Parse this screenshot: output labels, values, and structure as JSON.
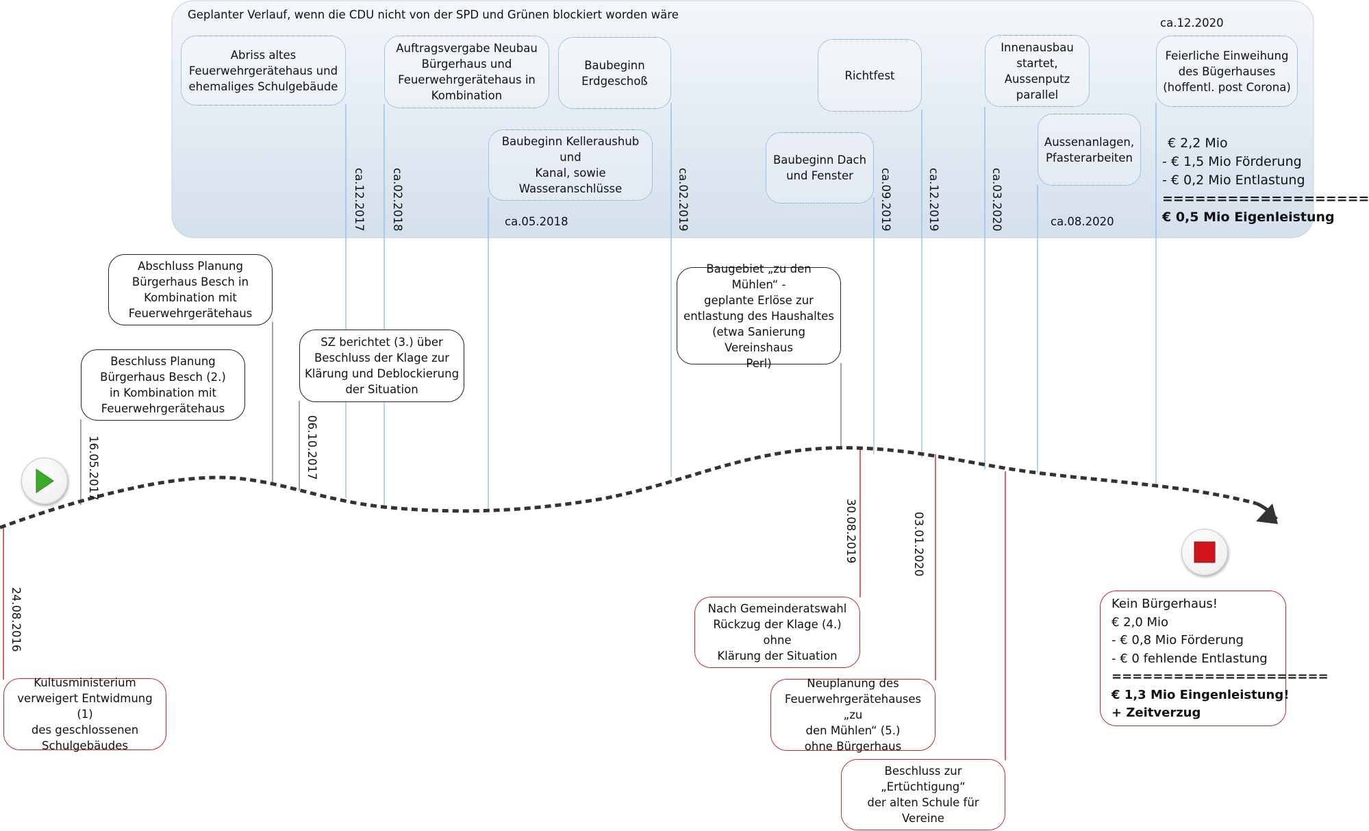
{
  "plan": {
    "title": "Geplanter Verlauf, wenn die CDU nicht von der SPD und Grünen blockiert worden wäre",
    "boxes": [
      "Abriss altes\nFeuerwehrgerätehaus und\nehemaliges Schulgebäude",
      "Auftragsvergabe Neubau\nBürgerhaus und\nFeuerwehrgerätehaus in\nKombination",
      "Baubeginn\nErdgeschoß",
      "Baubeginn Kelleraushub und\nKanal, sowie\nWasseranschlüsse",
      "Richtfest",
      "Baubeginn Dach\nund Fenster",
      "Innenausbau\nstartet,\nAussenputz\nparallel",
      "Aussenanlagen,\nPfasterarbeiten",
      "Feierliche Einweihung\ndes Bügerhauses\n(hoffentl. post Corona)"
    ],
    "dates": {
      "d1": "ca.12.2017",
      "d2": "ca.02.2018",
      "d3": "ca.05.2018",
      "d4": "ca.02.2019",
      "d5": "ca.09.2019",
      "d6": "ca.12.2019",
      "d7": "ca.03.2020",
      "d8": "ca.08.2020",
      "d9": "ca.12.2020"
    },
    "summary": {
      "l1": "€ 2,2 Mio",
      "l2": "- € 1,5 Mio Förderung",
      "l3": "- € 0,2 Mio Entlastung",
      "l4": "===================",
      "l5": "€ 0,5 Mio Eigenleistung"
    }
  },
  "timeline": {
    "black_boxes": [
      "Abschluss Planung\nBürgerhaus Besch in\nKombination mit\nFeuerwehrgerätehaus",
      "Beschluss Planung\nBürgerhaus Besch (2.)\nin Kombination mit\nFeuerwehrgerätehaus",
      "SZ berichtet (3.) über\nBeschluss der Klage zur\nKlärung und Deblockierung\nder Situation",
      "Baugebiet „zu den Mühlen“ -\ngeplante Erlöse zur\nentlastung des Haushaltes\n(etwa Sanierung Vereinshaus\nPerl)"
    ],
    "red_boxes": [
      "Kultusministerium\nverweigert Entwidmung (1)\ndes geschlossenen\nSchulgebäudes",
      "Nach Gemeinderatswahl\nRückzug der Klage (4.) ohne\nKlärung der Situation",
      "Neuplanung des\nFeuerwehrgerätehauses „zu\nden Mühlen“ (5.)\nohne Bürgerhaus",
      "Beschluss zur „Ertüchtigung“\nder alten Schule für Vereine"
    ],
    "dates": {
      "d_2016": "24.08.2016",
      "d_2017a": "16.05.2017",
      "d_2017b": "06.10.2017",
      "d_2019": "30.08.2019",
      "d_2020": "03.01.2020"
    }
  },
  "result": {
    "l1": "Kein Bürgerhaus!",
    "l2": "€ 2,0 Mio",
    "l3": "- € 0,8 Mio Förderung",
    "l4": "- € 0 fehlende Entlastung",
    "l5": "=====================",
    "l6": "€ 1,3 Mio Eingenleistung!",
    "l7": "+ Zeitverzug"
  },
  "colors": {
    "plan_border": "#4a97d8",
    "red": "#c8262c",
    "play_green": "#3bab2a",
    "stop_red": "#d0151c",
    "timeline": "#333333"
  },
  "icons": {
    "start": "play-icon",
    "stop": "stop-icon"
  }
}
